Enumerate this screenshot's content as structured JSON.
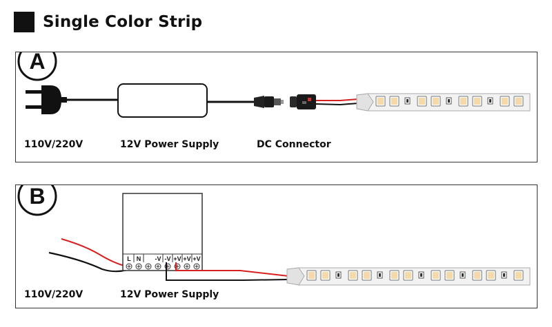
{
  "title": "Single Color Strip",
  "colors": {
    "frame": "#333333",
    "cable": "#111111",
    "red_wire": "#d81e1e",
    "strip_body": "#f2f2f2",
    "led_warm": "#f5d9a8"
  },
  "panel_a": {
    "badge": "A",
    "labels": {
      "mains": "110V/220V",
      "power_supply": "12V Power Supply",
      "dc_connector": "DC Connector"
    }
  },
  "panel_b": {
    "badge": "B",
    "labels": {
      "mains": "110V/220V",
      "power_supply": "12V Power Supply"
    },
    "terminals": [
      "L",
      "N",
      "-V",
      "-V",
      "+V",
      "+V",
      "+V"
    ]
  }
}
